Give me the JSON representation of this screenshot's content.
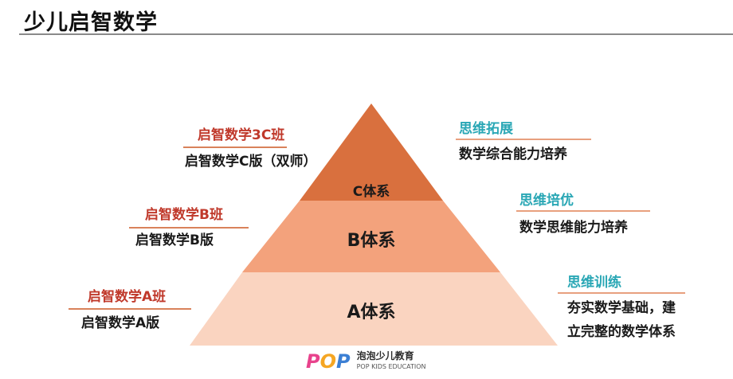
{
  "header": {
    "title": "少儿启智数学"
  },
  "pyramid": {
    "levels": [
      {
        "label": "C体系",
        "color": "#d9703e"
      },
      {
        "label": "B体系",
        "color": "#f3a27c"
      },
      {
        "label": "A体系",
        "color": "#fad4c0"
      }
    ]
  },
  "left_labels": [
    {
      "class_name": "启智数学3C班",
      "version": "启智数学C版（双师）"
    },
    {
      "class_name": "启智数学B班",
      "version": "启智数学B版"
    },
    {
      "class_name": "启智数学A班",
      "version": "启智数学A版"
    }
  ],
  "right_labels": [
    {
      "heading": "思维拓展",
      "desc_lines": [
        "数学综合能力培养"
      ]
    },
    {
      "heading": "思维培优",
      "desc_lines": [
        "数学思维能力培养"
      ]
    },
    {
      "heading": "思维训练",
      "desc_lines": [
        "夯实数学基础，建",
        "立完整的数学体系"
      ]
    }
  ],
  "logo": {
    "letters": [
      "P",
      "O",
      "P"
    ],
    "letter_colors": [
      "#e8428c",
      "#f5a623",
      "#3b7fd4"
    ],
    "name_cn": "泡泡少儿教育",
    "name_en": "POP KIDS EDUCATION"
  }
}
